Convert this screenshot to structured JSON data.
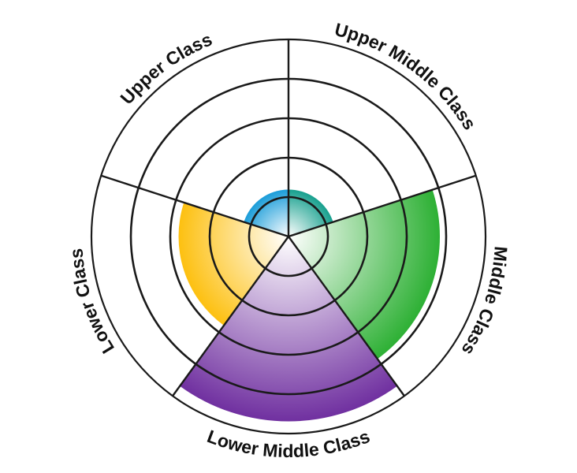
{
  "chart_data": {
    "type": "polar-area",
    "title": "",
    "scale_max": 5,
    "rings": 5,
    "categories": [
      "Upper Middle Class",
      "Middle Class",
      "Lower Middle Class",
      "Lower Class",
      "Upper Class"
    ],
    "values": [
      1.25,
      3.9,
      4.75,
      2.85,
      1.25
    ],
    "colors": [
      "#17a08e",
      "#2db034",
      "#7030a0",
      "#fdc010",
      "#1b9dd9"
    ]
  }
}
